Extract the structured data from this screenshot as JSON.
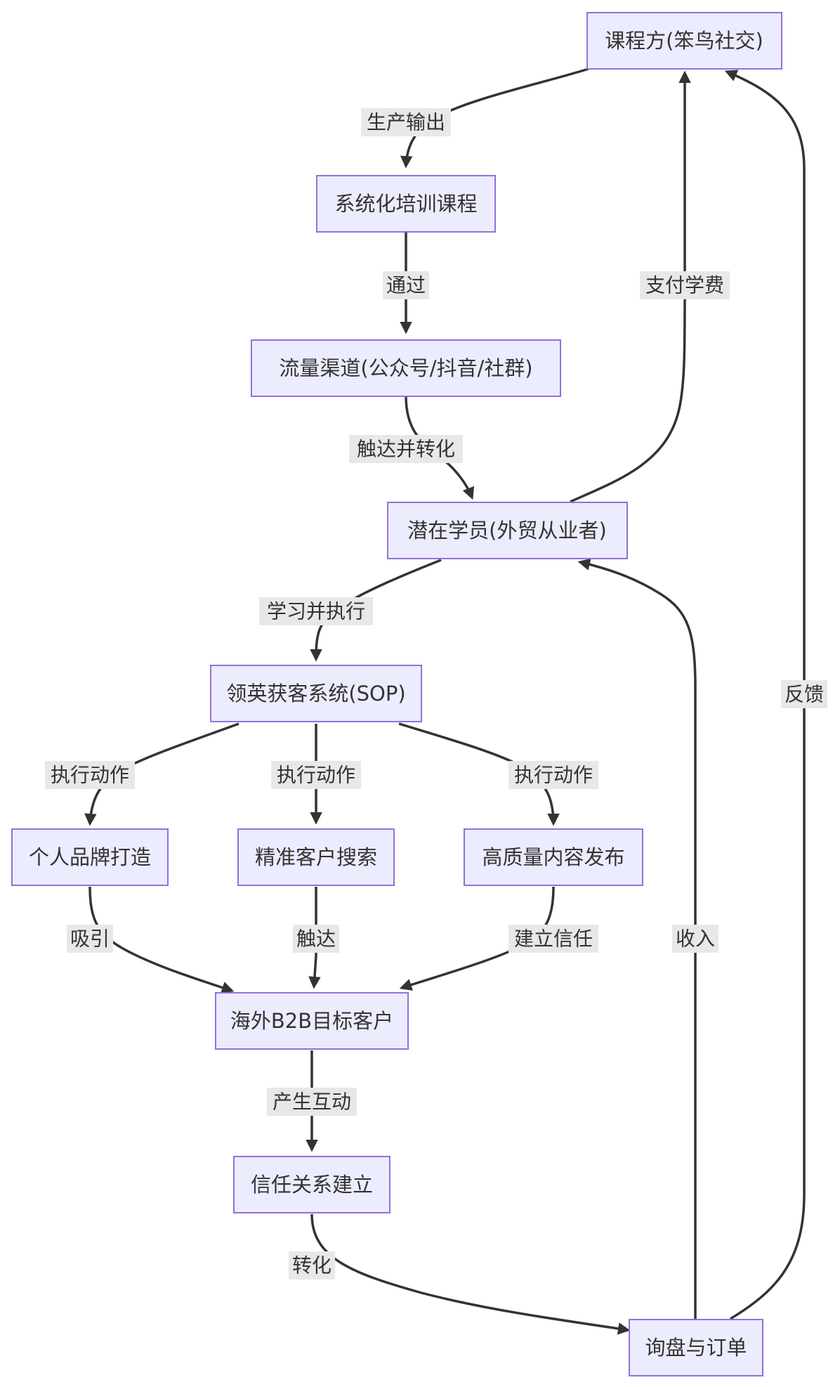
{
  "nodes": {
    "course_provider": "课程方(笨鸟社交)",
    "training": "系统化培训课程",
    "channels": "流量渠道(公众号/抖音/社群)",
    "students": "潜在学员(外贸从业者)",
    "sop": "领英获客系统(SOP)",
    "brand": "个人品牌打造",
    "search": "精准客户搜索",
    "content": "高质量内容发布",
    "customers": "海外B2B目标客户",
    "trust": "信任关系建立",
    "orders": "询盘与订单"
  },
  "edges": {
    "produce": "生产输出",
    "via": "通过",
    "reach_convert": "触达并转化",
    "pay_tuition": "支付学费",
    "learn_execute": "学习并执行",
    "exec1": "执行动作",
    "exec2": "执行动作",
    "exec3": "执行动作",
    "attract": "吸引",
    "reach": "触达",
    "build_trust": "建立信任",
    "interact": "产生互动",
    "convert": "转化",
    "income": "收入",
    "feedback": "反馈"
  },
  "colors": {
    "node_fill": "#ECECFF",
    "node_stroke": "#9370DB",
    "edge": "#333333",
    "label_bg": "#e8e8e8"
  }
}
